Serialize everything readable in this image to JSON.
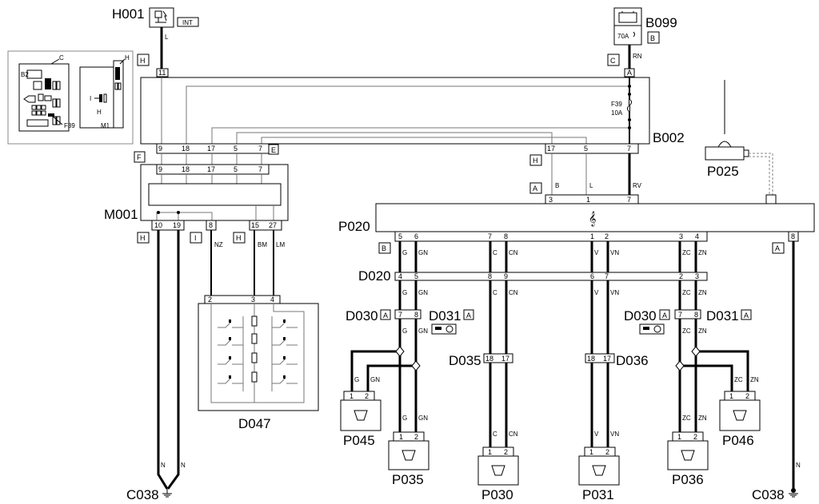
{
  "components": {
    "H001": "H001",
    "B099": "B099",
    "B002": "B002",
    "P025": "P025",
    "M001": "M001",
    "P020": "P020",
    "D020": "D020",
    "D030_l": "D030",
    "D031_l": "D031",
    "D030_r": "D030",
    "D031_r": "D031",
    "D035": "D035",
    "D036": "D036",
    "D047": "D047",
    "P045": "P045",
    "P035": "P035",
    "P030": "P030",
    "P031": "P031",
    "P036": "P036",
    "P046": "P046",
    "C038_l": "C038",
    "C038_r": "C038"
  },
  "connector_tags": {
    "int": "INT",
    "h_top": "H",
    "c_top": "C",
    "b_top": "B",
    "f": "F",
    "e": "E",
    "h_b002": "H",
    "a_b002": "A",
    "h_m001": "H",
    "i_m001": "I",
    "h2_m001": "H",
    "b_p020": "B",
    "a_p020": "A",
    "a_d030l": "A",
    "a_d031l": "A",
    "a_d030r": "A",
    "a_d031r": "A"
  },
  "fuses": {
    "main": "70A",
    "f39_name": "F39",
    "f39_rating": "10A"
  },
  "inset": {
    "b2": "B2",
    "c": "C",
    "h1": "H",
    "i": "I",
    "h2": "H",
    "f39": "F39",
    "m1": "M1"
  },
  "pins": {
    "h001": "11",
    "b099": "A",
    "b002_bottom": [
      "9",
      "18",
      "17",
      "5",
      "7"
    ],
    "b002_right": [
      "17",
      "5",
      "7"
    ],
    "m001_top": [
      "9",
      "18",
      "17",
      "5",
      "7"
    ],
    "m001_bottom": [
      "10",
      "19",
      "8",
      "15",
      "27"
    ],
    "p020_top": [
      "3",
      "1",
      "7"
    ],
    "p020_bottom": [
      "5",
      "6",
      "7",
      "8",
      "1",
      "2",
      "3",
      "4",
      "8"
    ],
    "d020": [
      "4",
      "5",
      "8",
      "9",
      "6",
      "7",
      "2",
      "3"
    ],
    "d030l": [
      "7",
      "8"
    ],
    "d030r": [
      "7",
      "8"
    ],
    "d035": [
      "18",
      "17"
    ],
    "d036": [
      "18",
      "17"
    ],
    "d047": [
      "2",
      "3",
      "4"
    ],
    "speaker": [
      "1",
      "2"
    ]
  },
  "wire_codes": {
    "h001": "L",
    "b099": "RN",
    "b_b002": "B",
    "l_b002": "L",
    "rv": "RV",
    "nz": "NZ",
    "bm": "BM",
    "lm": "LM",
    "n": "N",
    "g": "G",
    "gn": "GN",
    "c": "C",
    "cn": "CN",
    "v": "V",
    "vn": "VN",
    "zc": "ZC",
    "zn": "ZN"
  }
}
